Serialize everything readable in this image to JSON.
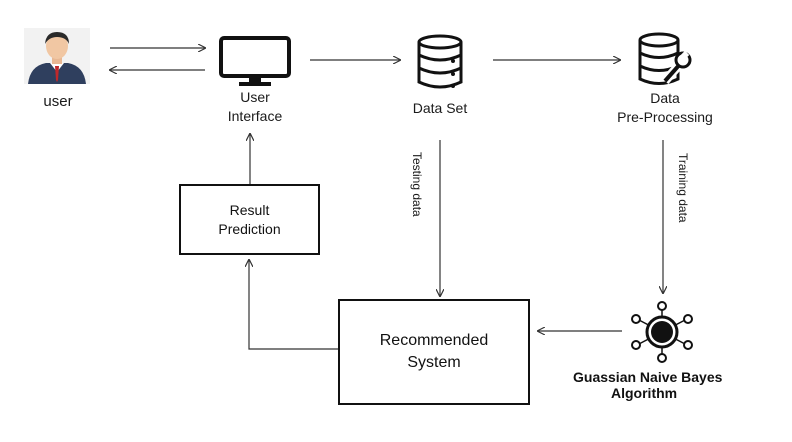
{
  "nodes": {
    "user": "user",
    "ui_line1": "User",
    "ui_line2": "Interface",
    "dataset": "Data Set",
    "prep_line1": "Data",
    "prep_line2": "Pre-Processing",
    "result_line1": "Result",
    "result_line2": "Prediction",
    "rec_line1": "Recommended",
    "rec_line2": "System",
    "algo_line1": "Guassian Naive Bayes",
    "algo_line2": "Algorithm"
  },
  "edges": {
    "testing": "Testing data",
    "training": "Training data"
  },
  "icons": [
    "user-avatar-icon",
    "monitor-icon",
    "database-icon",
    "database-wrench-icon",
    "network-node-icon"
  ]
}
